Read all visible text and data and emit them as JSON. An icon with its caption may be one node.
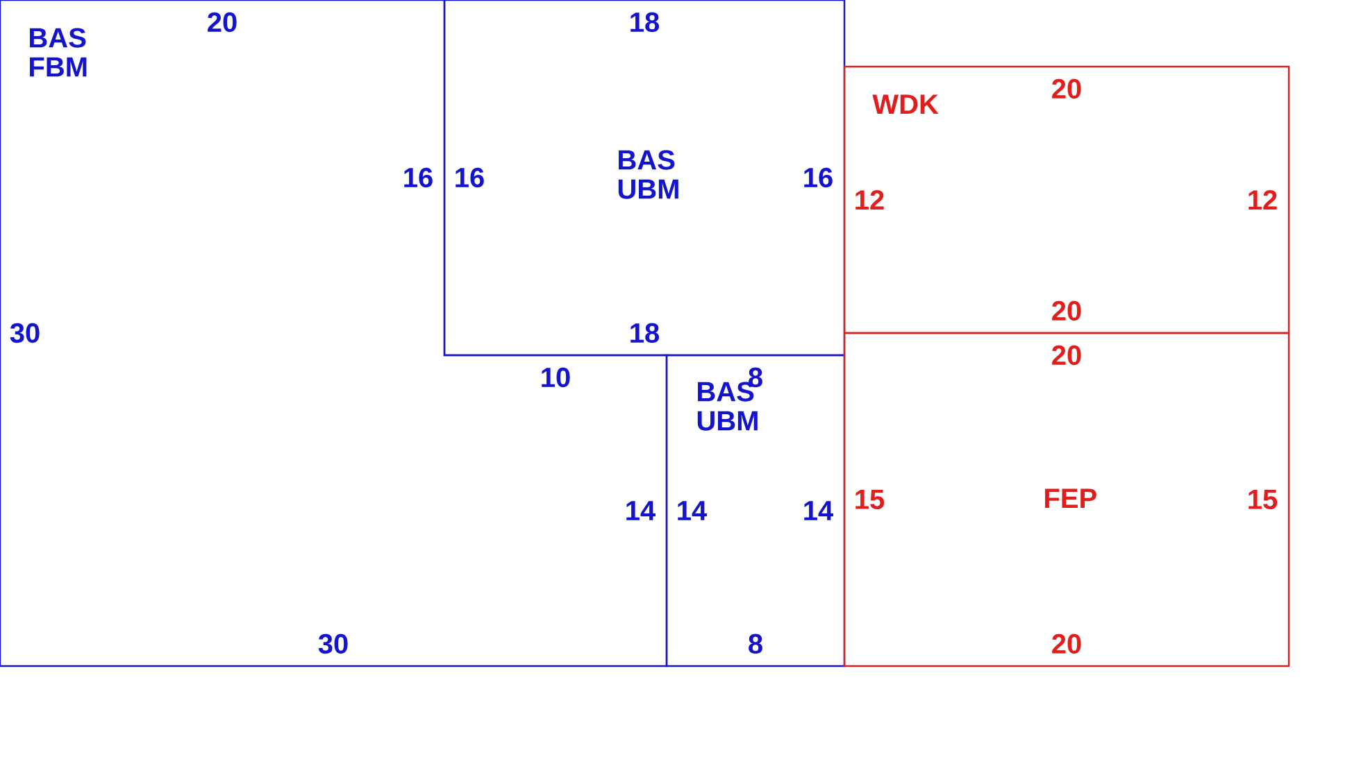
{
  "diagram": {
    "nodes": [
      {
        "text": [
          "BAS FBM",
          "20",
          "16",
          "30",
          "10",
          "14",
          "30"
        ]
      },
      {
        "text": [
          "BAS UBM",
          "18",
          "16",
          "16",
          "18"
        ]
      },
      {
        "text": [
          "BAS UBM",
          "8",
          "14",
          "14",
          "8"
        ]
      },
      {
        "text": [
          "WDK",
          "20",
          "12",
          "12",
          "20"
        ]
      },
      {
        "text": [
          "FEP",
          "20",
          "15",
          "15",
          "20"
        ]
      }
    ]
  }
}
